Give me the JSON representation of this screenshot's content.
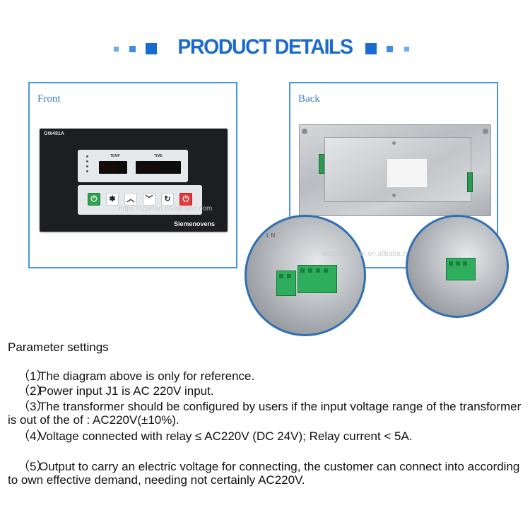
{
  "header": {
    "title": "PRODUCT DETAILS",
    "accent_color": "#1a6bd0"
  },
  "panels": {
    "front": {
      "label": "Front",
      "device": {
        "model": "GW481A",
        "brand": "Siemenovens",
        "display_labels": [
          "TEMP",
          "TIME"
        ],
        "watermark": "https://tzjiefan.en.alibaba.com"
      }
    },
    "back": {
      "label": "Back",
      "terminal_label": "L  N",
      "watermark": "https://tzjiefan.en.alibaba.com"
    }
  },
  "params": {
    "title": "Parameter settings",
    "items": [
      {
        "num": "（1）",
        "text": "The diagram above is only for reference."
      },
      {
        "num": "（2）",
        "text": "Power input J1 is AC 220V input."
      },
      {
        "num": "（3）",
        "text": "The transformer should be configured by users if the input voltage range of the transformer is out of the of : AC220V(±10%)."
      },
      {
        "num": "（4）",
        "text": "Voltage connected with relay ≤ AC220V (DC 24V); Relay current < 5A."
      },
      {
        "num": "（5）",
        "text": "Output to carry an electric voltage for connecting, the customer can connect into according to own effective demand, needing not certainly AC220V."
      }
    ]
  }
}
